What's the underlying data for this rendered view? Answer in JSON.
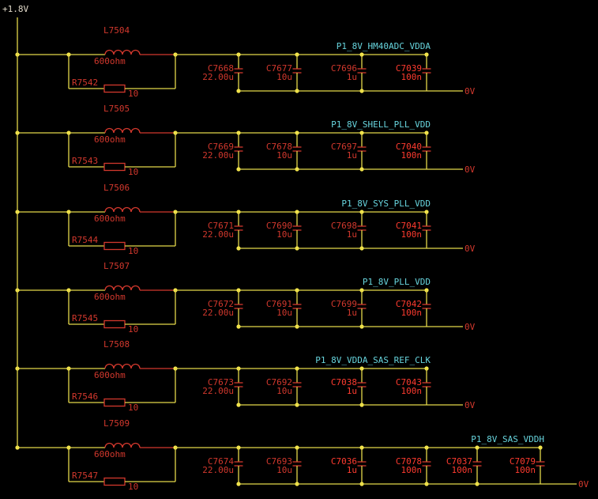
{
  "supply_label": "+1.8V",
  "ground_label": "0V",
  "colors": {
    "background": "#000000",
    "wire": "#e4d84a",
    "component": "#d2382d",
    "highlighted_designator": "#ff3b2f",
    "net_label": "#67d4dd",
    "junction": "#f4e64c"
  },
  "rows": [
    {
      "inductor": "L7504",
      "inductor_value": "600ohm",
      "resistor": "R7542",
      "resistor_value": "10",
      "net": "P1_8V_HM40ADC_VDDA",
      "capacitors": [
        {
          "ref": "C7668",
          "value": "22.00u",
          "highlight": false
        },
        {
          "ref": "C7677",
          "value": "10u",
          "highlight": false
        },
        {
          "ref": "C7696",
          "value": "1u",
          "highlight": false
        },
        {
          "ref": "C7039",
          "value": "100n",
          "highlight": true
        }
      ]
    },
    {
      "inductor": "L7505",
      "inductor_value": "600ohm",
      "resistor": "R7543",
      "resistor_value": "10",
      "net": "P1_8V_SHELL_PLL_VDD",
      "capacitors": [
        {
          "ref": "C7669",
          "value": "22.00u",
          "highlight": false
        },
        {
          "ref": "C7678",
          "value": "10u",
          "highlight": false
        },
        {
          "ref": "C7697",
          "value": "1u",
          "highlight": false
        },
        {
          "ref": "C7040",
          "value": "100n",
          "highlight": true
        }
      ]
    },
    {
      "inductor": "L7506",
      "inductor_value": "600ohm",
      "resistor": "R7544",
      "resistor_value": "10",
      "net": "P1_8V_SYS_PLL_VDD",
      "capacitors": [
        {
          "ref": "C7671",
          "value": "22.00u",
          "highlight": false
        },
        {
          "ref": "C7690",
          "value": "10u",
          "highlight": false
        },
        {
          "ref": "C7698",
          "value": "1u",
          "highlight": false
        },
        {
          "ref": "C7041",
          "value": "100n",
          "highlight": true
        }
      ]
    },
    {
      "inductor": "L7507",
      "inductor_value": "600ohm",
      "resistor": "R7545",
      "resistor_value": "10",
      "net": "P1_8V_PLL_VDD",
      "capacitors": [
        {
          "ref": "C7672",
          "value": "22.00u",
          "highlight": false
        },
        {
          "ref": "C7691",
          "value": "10u",
          "highlight": false
        },
        {
          "ref": "C7699",
          "value": "1u",
          "highlight": false
        },
        {
          "ref": "C7042",
          "value": "100n",
          "highlight": true
        }
      ]
    },
    {
      "inductor": "L7508",
      "inductor_value": "600ohm",
      "resistor": "R7546",
      "resistor_value": "10",
      "net": "P1_8V_VDDA_SAS_REF_CLK",
      "capacitors": [
        {
          "ref": "C7673",
          "value": "22.00u",
          "highlight": false
        },
        {
          "ref": "C7692",
          "value": "10u",
          "highlight": false
        },
        {
          "ref": "C7038",
          "value": "1u",
          "highlight": true
        },
        {
          "ref": "C7043",
          "value": "100n",
          "highlight": true
        }
      ]
    },
    {
      "inductor": "L7509",
      "inductor_value": "600ohm",
      "resistor": "R7547",
      "resistor_value": "10",
      "net": "P1_8V_SAS_VDDH",
      "capacitors": [
        {
          "ref": "C7674",
          "value": "22.00u",
          "highlight": false
        },
        {
          "ref": "C7693",
          "value": "10u",
          "highlight": false
        },
        {
          "ref": "C7036",
          "value": "1u",
          "highlight": true
        },
        {
          "ref": "C7078",
          "value": "100n",
          "highlight": true
        },
        {
          "ref": "C7037",
          "value": "100n",
          "highlight": true
        },
        {
          "ref": "C7079",
          "value": "100n",
          "highlight": true
        }
      ]
    }
  ]
}
